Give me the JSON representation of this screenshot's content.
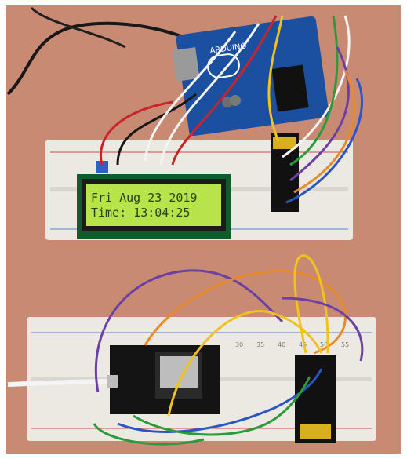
{
  "lcd": {
    "line1": "Fri Aug 23 2019",
    "line2": "Time: 13:04:25"
  },
  "arduino": {
    "brand_text": "ARDUINO"
  },
  "breadboard_numbers": [
    "30",
    "35",
    "40",
    "45",
    "50",
    "55"
  ],
  "colors": {
    "table": "#c98a74",
    "breadboard": "#ece9e2",
    "arduino_blue": "#1b4fa0",
    "lcd_green": "#b9e34a",
    "wire_purple": "#6b3fa3",
    "wire_orange": "#e98a2a",
    "wire_yellow": "#f1c21b",
    "wire_blue": "#2a55c8",
    "wire_green": "#2c9a3a",
    "wire_red": "#c8242a",
    "wire_white": "#f4f4f4"
  }
}
